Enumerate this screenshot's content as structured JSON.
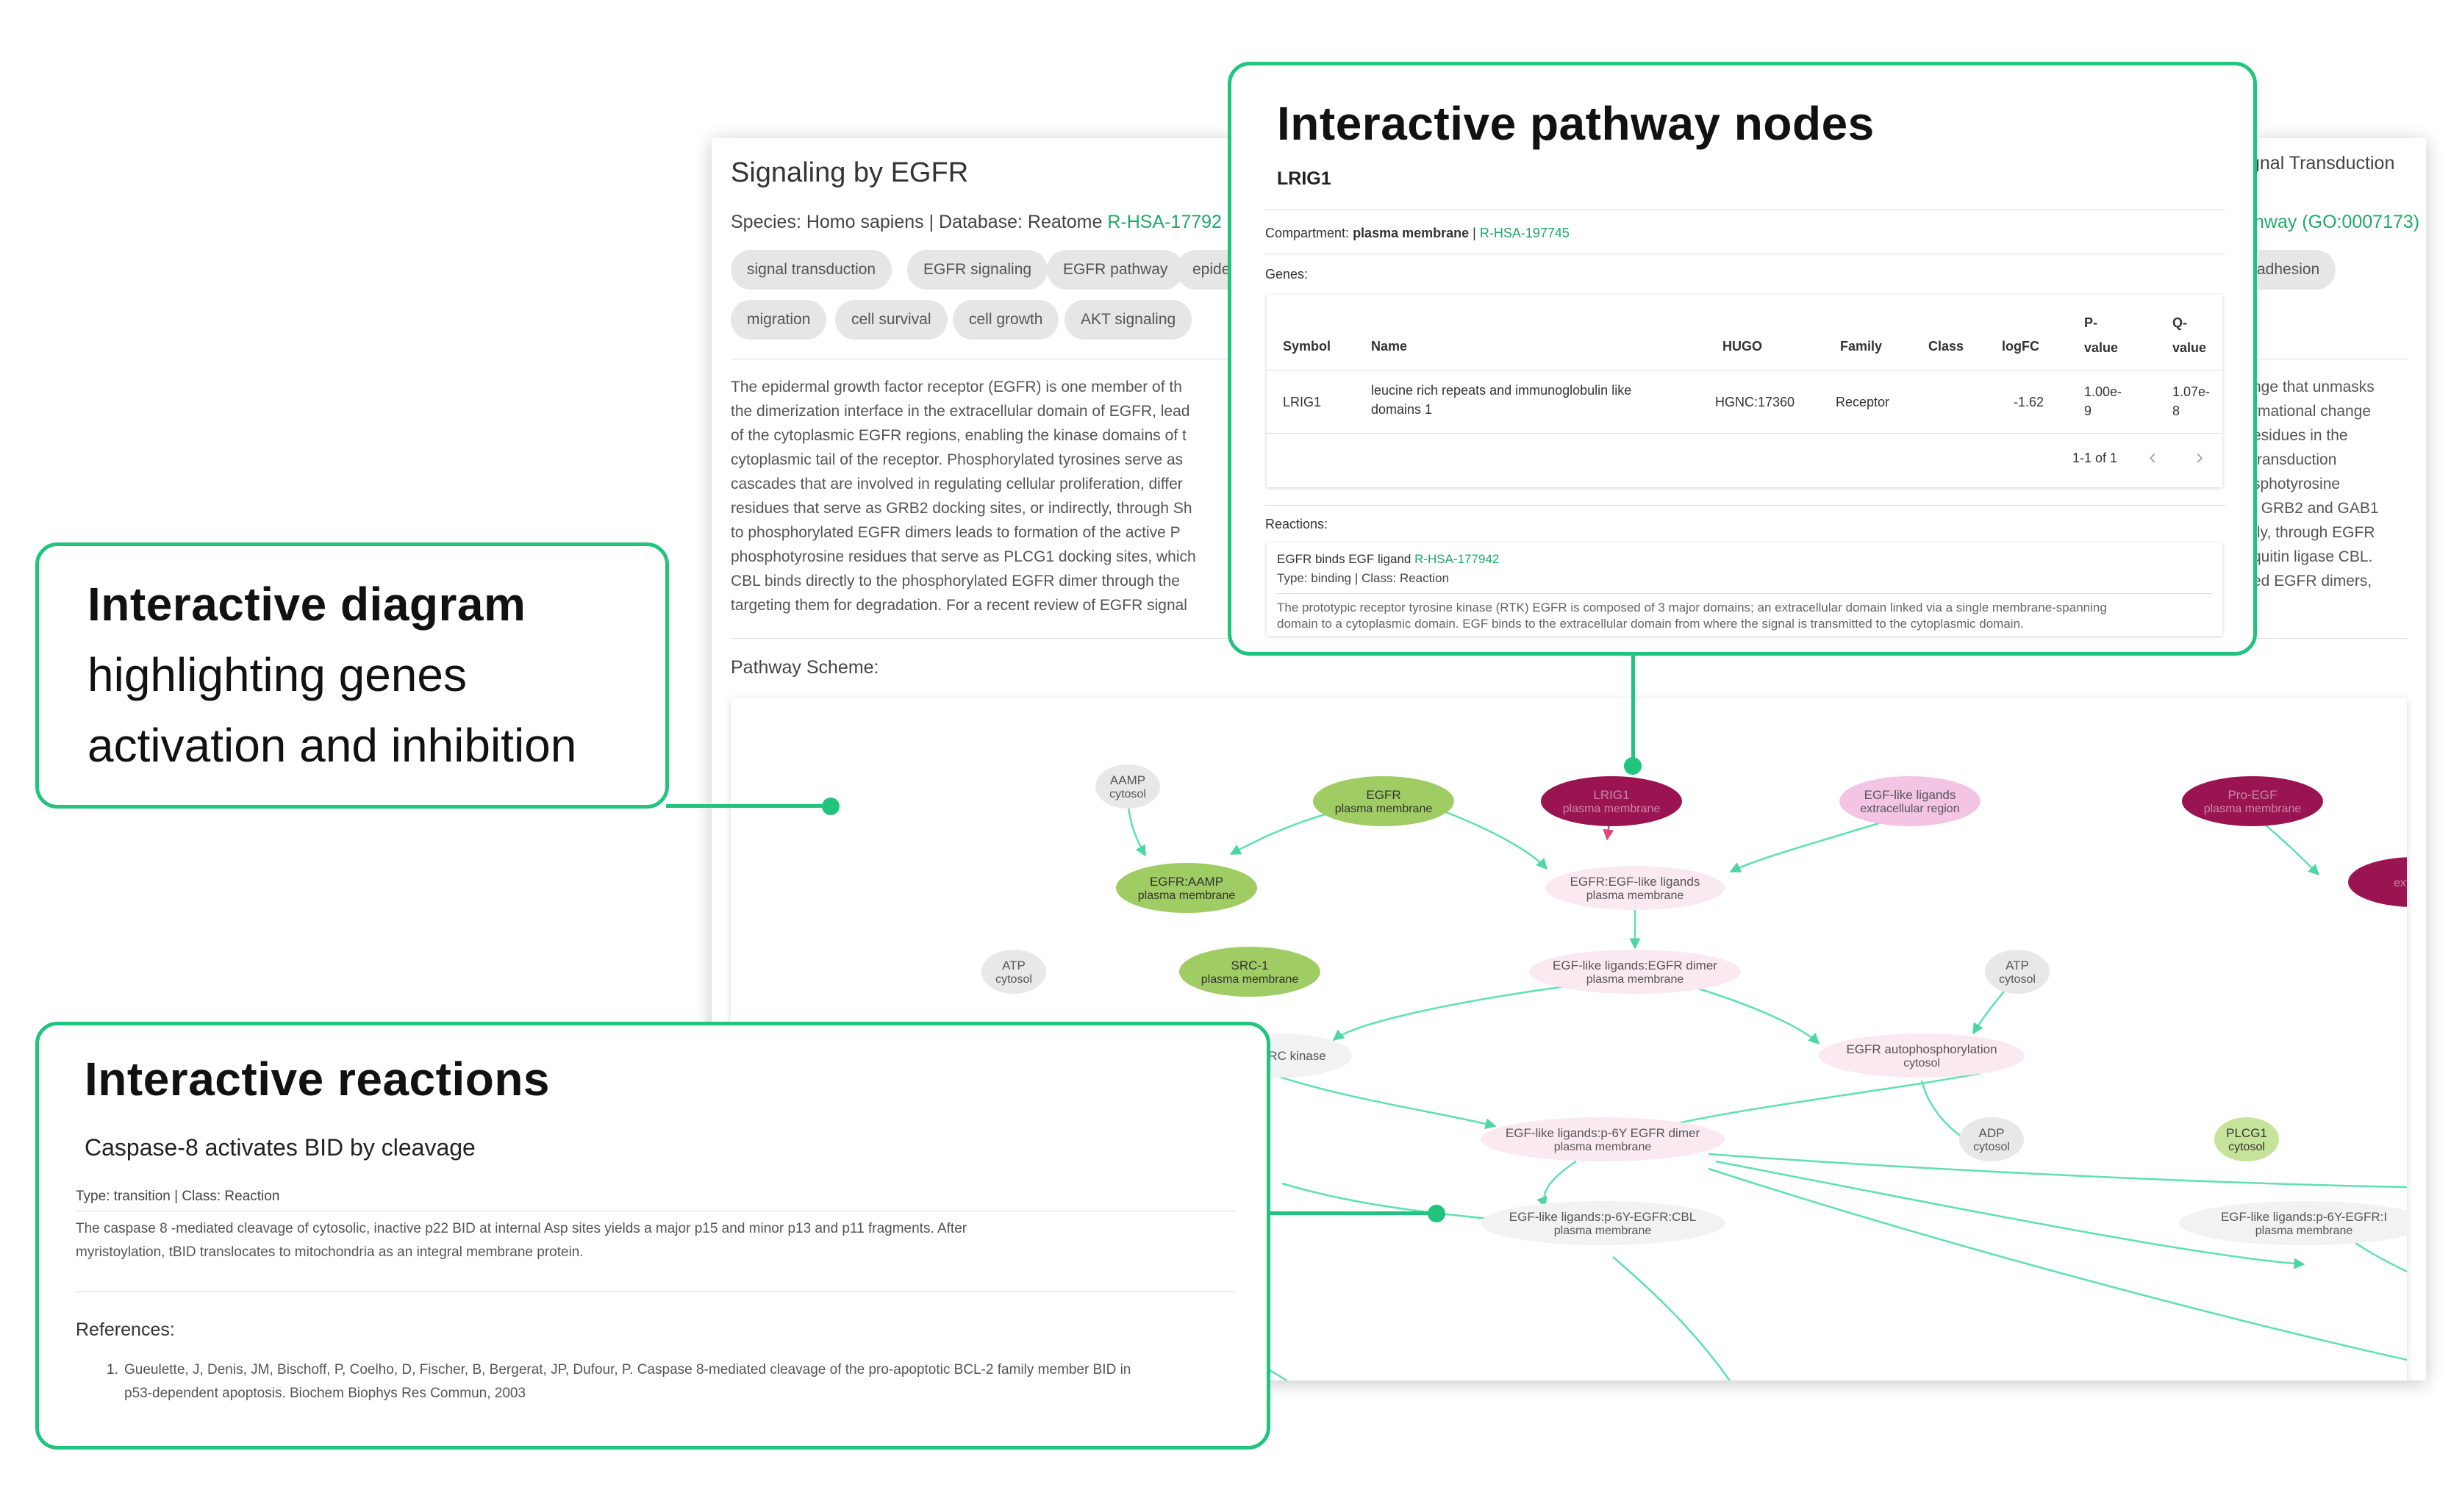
{
  "page": {
    "title": "Signaling by EGFR",
    "species_line": "Species: Homo sapiens | Database: Reatome",
    "pathway_id": "R-HSA-17792",
    "tags": [
      "signal transduction",
      "EGFR signaling",
      "EGFR pathway",
      "epide",
      "migration",
      "cell survival",
      "cell growth",
      "AKT signaling"
    ],
    "right_header": "gnal Transduction",
    "right_go": "hway (GO:0007173)",
    "right_tag": "adhesion",
    "description_lines": [
      "The epidermal growth factor receptor (EGFR) is one member of th",
      "the dimerization interface in the extracellular domain of EGFR, lead",
      "of the cytoplasmic EGFR regions, enabling the kinase domains of t",
      "cytoplasmic tail of the receptor. Phosphorylated tyrosines serve as",
      "cascades that are involved in regulating cellular proliferation, differ",
      "residues that serve as GRB2 docking sites, or indirectly, through Sh",
      "to phosphorylated EGFR dimers leads to formation of the active P",
      "phosphotyrosine residues that serve as PLCG1 docking sites, which",
      "CBL binds directly to the phosphorylated EGFR dimer through the",
      "targeting them for degradation. For a recent review of EGFR signal"
    ],
    "description_right_lines": [
      "nge that unmasks",
      "rmational change",
      "esidues in the",
      "transduction",
      "sphotyrosine",
      "f GRB2 and GAB1",
      "tly, through EGFR",
      "quitin ligase CBL.",
      "ed EGFR dimers,",
      ""
    ],
    "scheme_label": "Pathway Scheme:"
  },
  "diagram": {
    "nodes": [
      {
        "id": "aamp",
        "l1": "AAMP",
        "l2": "cytosol",
        "color": "#e8e8e8",
        "tc": "#555"
      },
      {
        "id": "egfr",
        "l1": "EGFR",
        "l2": "plasma membrane",
        "color": "#9fcc63",
        "tc": "#333"
      },
      {
        "id": "lrig1",
        "l1": "LRIG1",
        "l2": "plasma membrane",
        "color": "#9b1452",
        "tc": "#c58aa6"
      },
      {
        "id": "egfl",
        "l1": "EGF-like ligands",
        "l2": "extracellular region",
        "color": "#f3c4e3",
        "tc": "#555"
      },
      {
        "id": "proegf",
        "l1": "Pro-EGF",
        "l2": "plasma membrane",
        "color": "#9b1452",
        "tc": "#c58aa6"
      },
      {
        "id": "egfraamp",
        "l1": "EGFR:AAMP",
        "l2": "plasma membrane",
        "color": "#9fcc63",
        "tc": "#333"
      },
      {
        "id": "egfregfl",
        "l1": "EGFR:EGF-like ligands",
        "l2": "plasma membrane",
        "color": "#fbe9f2",
        "tc": "#555"
      },
      {
        "id": "atp1",
        "l1": "ATP",
        "l2": "cytosol",
        "color": "#e8e8e8",
        "tc": "#555"
      },
      {
        "id": "src1",
        "l1": "SRC-1",
        "l2": "plasma membrane",
        "color": "#9fcc63",
        "tc": "#333"
      },
      {
        "id": "dimer",
        "l1": "EGF-like ligands:EGFR dimer",
        "l2": "plasma membrane",
        "color": "#fbe9f2",
        "tc": "#555"
      },
      {
        "id": "atp2",
        "l1": "ATP",
        "l2": "cytosol",
        "color": "#e8e8e8",
        "tc": "#555"
      },
      {
        "id": "srckinase",
        "l1": "R by SRC kinase",
        "l2": "",
        "color": "#f2f2f2",
        "tc": "#555"
      },
      {
        "id": "autophos",
        "l1": "EGFR autophosphorylation",
        "l2": "cytosol",
        "color": "#fbe9f2",
        "tc": "#555"
      },
      {
        "id": "p6y",
        "l1": "EGF-like ligands:p-6Y EGFR dimer",
        "l2": "plasma membrane",
        "color": "#fbe9f2",
        "tc": "#555"
      },
      {
        "id": "adp",
        "l1": "ADP",
        "l2": "cytosol",
        "color": "#e8e8e8",
        "tc": "#555"
      },
      {
        "id": "plcg1",
        "l1": "PLCG1",
        "l2": "cytosol",
        "color": "#c6e39a",
        "tc": "#333"
      },
      {
        "id": "cbl",
        "l1": "EGF-like ligands:p-6Y-EGFR:CBL",
        "l2": "plasma membrane",
        "color": "#f2f2f2",
        "tc": "#555"
      },
      {
        "id": "p6yr",
        "l1": "EGF-like ligands:p-6Y-EGFR:I",
        "l2": "plasma membrane",
        "color": "#f2f2f2",
        "tc": "#555"
      },
      {
        "id": "extr",
        "l1": "",
        "l2": "extracel",
        "color": "#9b1452",
        "tc": "#c58aa6"
      }
    ]
  },
  "nodes_card": {
    "title": "Interactive pathway nodes",
    "node_name": "LRIG1",
    "compartment_label": "Compartment:",
    "compartment_value": "plasma membrane",
    "compartment_id": "R-HSA-197745",
    "genes_label": "Genes:",
    "columns": [
      "Symbol",
      "Name",
      "HUGO",
      "Family",
      "Class",
      "logFC",
      "P-",
      "value",
      "Q-",
      "value"
    ],
    "row": {
      "symbol": "LRIG1",
      "name1": "leucine rich repeats and immunoglobulin like",
      "name2": "domains 1",
      "hugo": "HGNC:17360",
      "family": "Receptor",
      "class": "",
      "logfc": "-1.62",
      "p1": "1.00e-",
      "p2": "9",
      "q1": "1.07e-",
      "q2": "8"
    },
    "pagination": "1-1 of 1",
    "prev_icon": "‹",
    "next_icon": "›",
    "reactions_label": "Reactions:",
    "reaction_name": "EGFR binds EGF ligand",
    "reaction_id": "R-HSA-177942",
    "reaction_type": "Type: binding | Class: Reaction",
    "reaction_desc1": "The prototypic receptor tyrosine kinase (RTK) EGFR is composed of 3 major domains; an extracellular domain linked via a single membrane-spanning",
    "reaction_desc2": "domain to a cytoplasmic domain. EGF binds to the extracellular domain from where the signal is transmitted to the cytoplasmic domain."
  },
  "diagram_card": {
    "title": "Interactive diagram",
    "line2": "highlighting genes",
    "line3": "activation and inhibition"
  },
  "reactions_card": {
    "title": "Interactive reactions",
    "reaction_title": "Caspase-8 activates BID by cleavage",
    "type_line": "Type: transition | Class: Reaction",
    "desc1": "The caspase 8 -mediated cleavage of cytosolic, inactive p22 BID at internal Asp sites yields a major p15 and minor p13 and p11 fragments. After",
    "desc2": "myristoylation, tBID translocates to mitochondria as an integral membrane protein.",
    "references_label": "References:",
    "ref_num": "1.",
    "ref1": "Gueulette, J, Denis, JM, Bischoff, P, Coelho, D, Fischer, B, Bergerat, JP, Dufour, P. Caspase 8-mediated cleavage of the pro-apoptotic BCL-2 family member BID in",
    "ref2": "p53-dependent apoptosis. Biochem Biophys Res Commun, 2003"
  }
}
